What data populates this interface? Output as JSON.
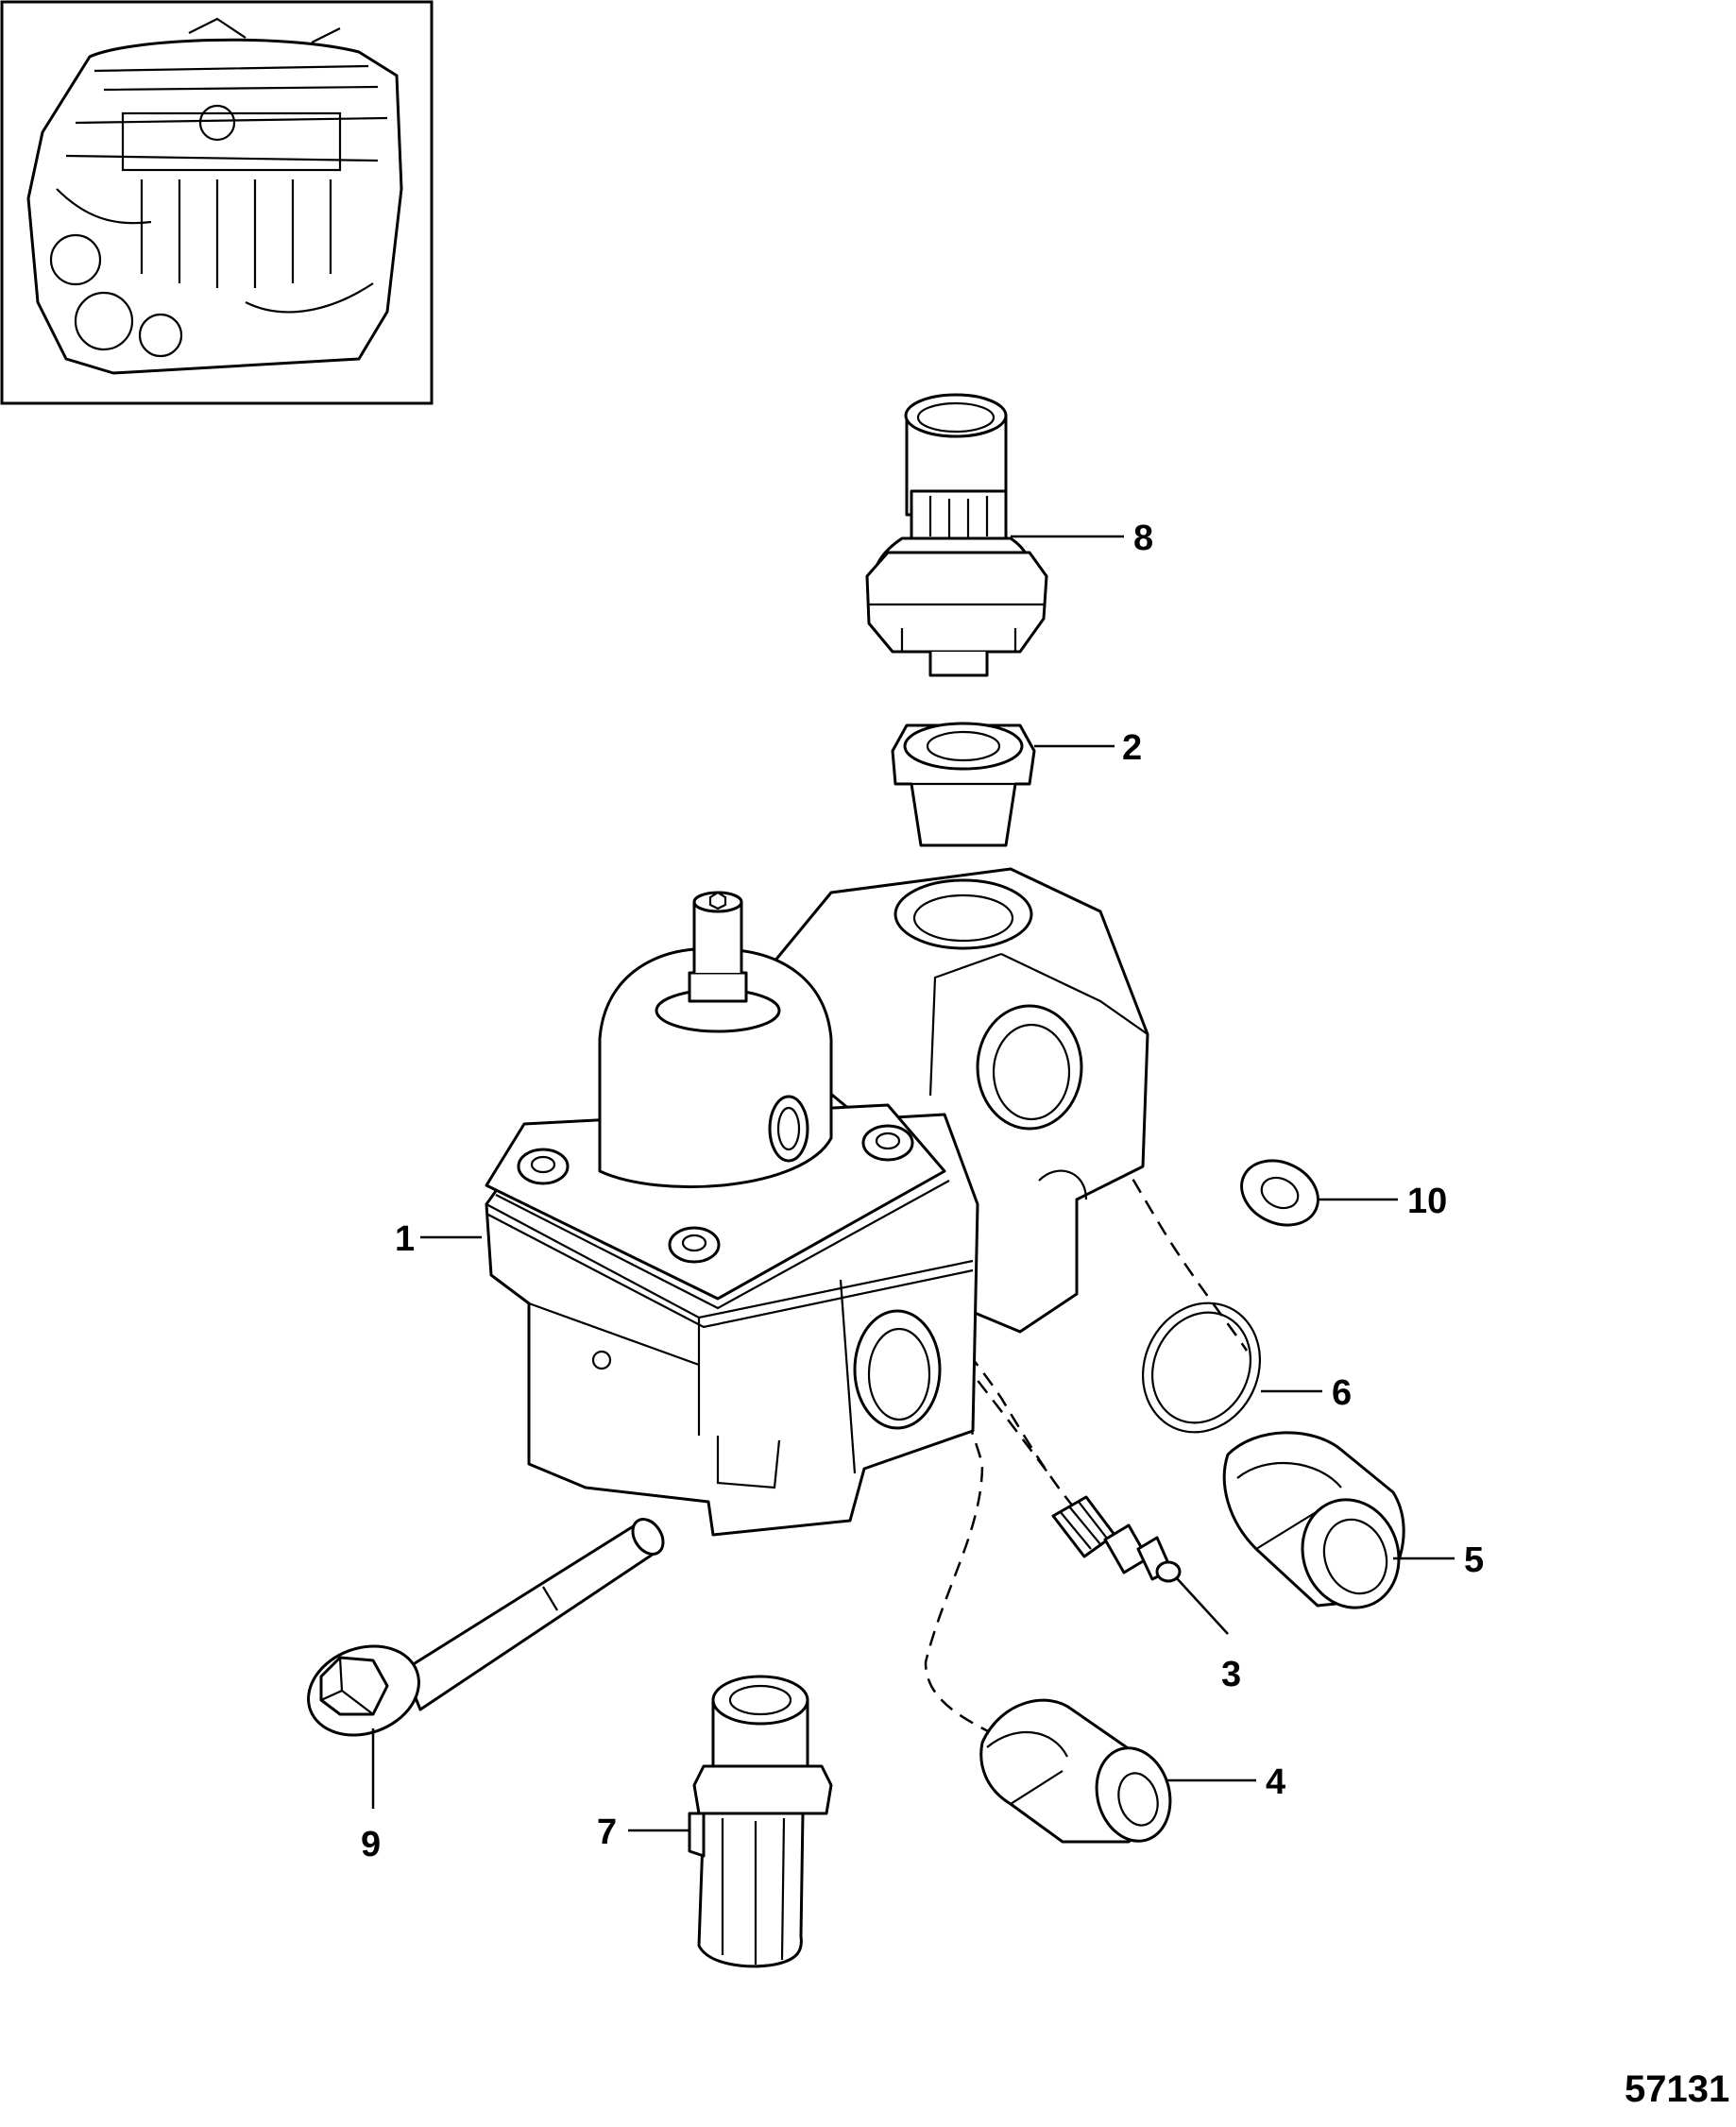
{
  "figure_id": "57131",
  "callouts": [
    "1",
    "2",
    "3",
    "4",
    "5",
    "6",
    "7",
    "8",
    "9",
    "10"
  ],
  "colors": {
    "line": "#000000",
    "background": "#ffffff"
  }
}
